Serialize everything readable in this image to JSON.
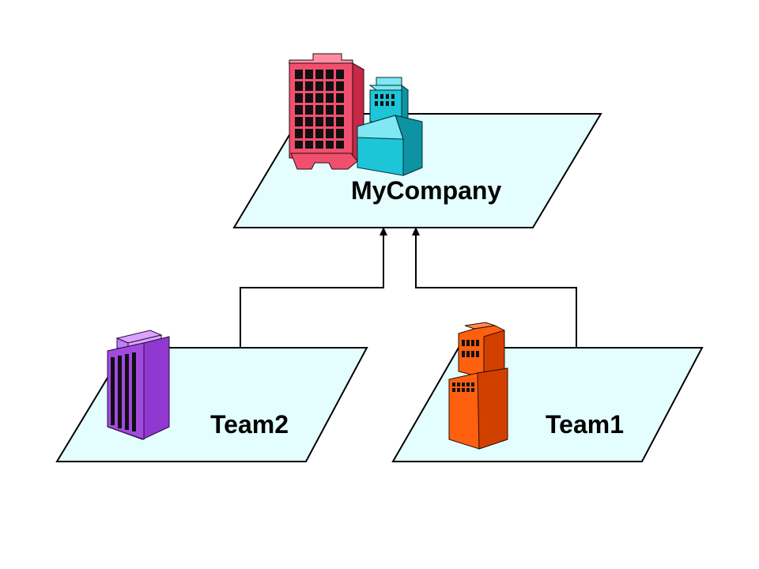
{
  "colors": {
    "plane_fill": "#e4feff",
    "plane_stroke": "#000000",
    "connector": "#000000",
    "hq_main": "#f0506e",
    "hq_annex": "#1cc6d8",
    "team2_building": "#a24ae0",
    "team1_building": "#ff6010"
  },
  "nodes": {
    "parent": {
      "label": "MyCompany",
      "icon": "corporate-buildings-icon"
    },
    "left_child": {
      "label": "Team2",
      "icon": "office-tower-icon"
    },
    "right_child": {
      "label": "Team1",
      "icon": "stepped-tower-icon"
    }
  },
  "edges": [
    {
      "from": "Team2",
      "to": "MyCompany"
    },
    {
      "from": "Team1",
      "to": "MyCompany"
    }
  ]
}
